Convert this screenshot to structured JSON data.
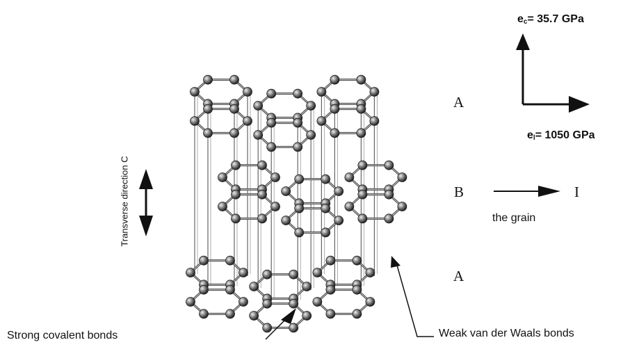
{
  "labels": {
    "ec_symbol": "e",
    "ec_sub": "c",
    "ec_value": "= 35.7 GPa",
    "el_symbol": "e",
    "el_sub": "l",
    "el_value": "= 1050 GPa",
    "layer_top": "A",
    "layer_mid": "B",
    "layer_bottom": "A",
    "direction_I": "I",
    "grain": "the grain",
    "transverse": "Transverse direction C",
    "covalent": "Strong covalent bonds",
    "vdw": "Weak van der Waals bonds"
  },
  "colors": {
    "ink": "#111111",
    "bond": "#555555",
    "atom_dark": "#333333",
    "atom_light": "#bbbbbb"
  }
}
